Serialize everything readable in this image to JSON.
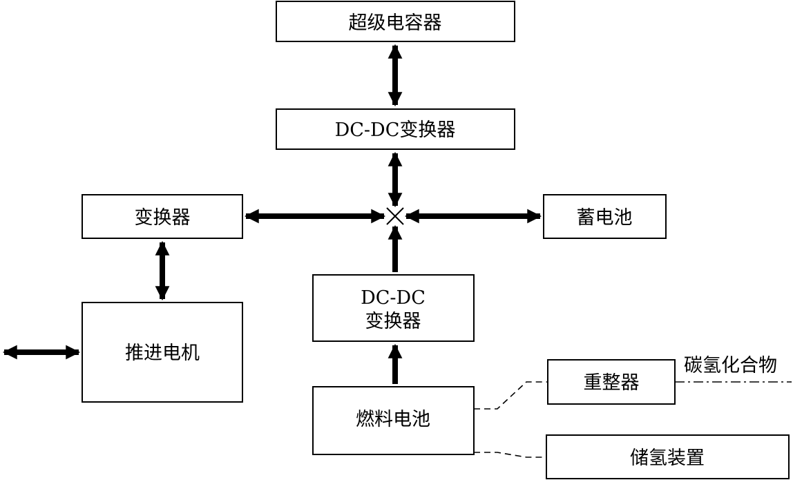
{
  "boxes": {
    "supercapacitor": "超级电容器",
    "dcdc_top": "DC-DC变换器",
    "inverter": "变换器",
    "battery": "蓄电池",
    "dcdc_mid_line1": "DC-DC",
    "dcdc_mid_line2": "变换器",
    "motor": "推进电机",
    "fuel_cell": "燃料电池",
    "reformer": "重整器",
    "hydrogen_storage": "储氢装置"
  },
  "annotations": {
    "hydrocarbon": "碳氢化合物"
  },
  "colors": {
    "stroke": "#000000",
    "background": "#ffffff"
  }
}
